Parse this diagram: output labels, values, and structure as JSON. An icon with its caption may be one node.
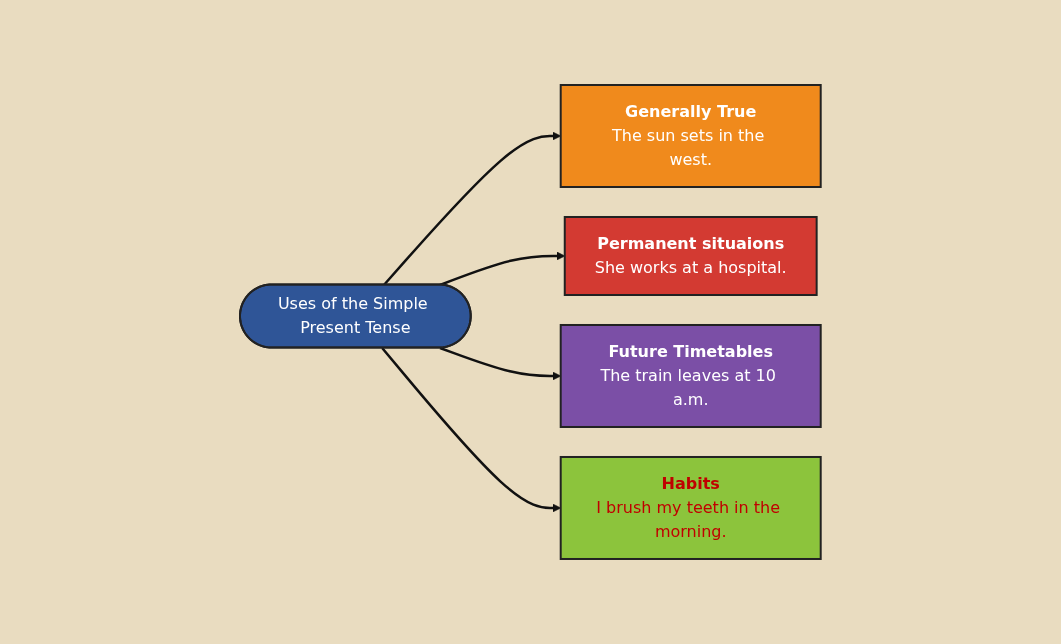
{
  "diagram": {
    "nodes": [
      {
        "text": [
          "Generally True",
          "The sun sets in the west."
        ]
      },
      {
        "text": [
          "Permanent situaions",
          "She works at a hospital."
        ]
      },
      {
        "text": [
          "Uses of the Simple Present Tense"
        ]
      },
      {
        "text": [
          "Future Timetables",
          "The train leaves at 10 a.m."
        ]
      },
      {
        "text": [
          "Habits",
          "I brush my teeth in the morning."
        ]
      }
    ],
    "edges": [
      {
        "from": 2,
        "to": 0,
        "arrow": "to"
      },
      {
        "from": 2,
        "to": 1,
        "arrow": "to"
      },
      {
        "from": 2,
        "to": 3,
        "arrow": "to"
      },
      {
        "from": 2,
        "to": 4,
        "arrow": "to"
      }
    ]
  }
}
